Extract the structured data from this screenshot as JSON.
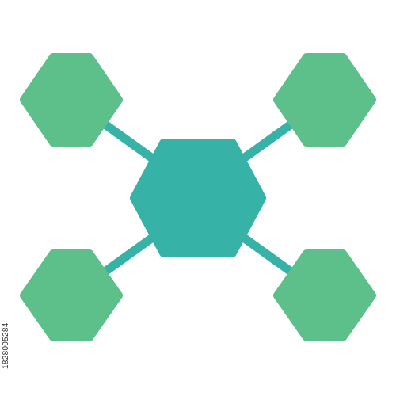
{
  "icon": {
    "name": "network-hub-icon",
    "colors": {
      "center_node": "#37B2A6",
      "outer_nodes": "#5DC08A",
      "connectors": "#37B2A6",
      "background": "#FFFFFF"
    },
    "nodes": [
      {
        "role": "hub"
      },
      {
        "role": "satellite-top-left"
      },
      {
        "role": "satellite-top-right"
      },
      {
        "role": "satellite-bottom-left"
      },
      {
        "role": "satellite-bottom-right"
      }
    ]
  },
  "stock_id": "1828005284"
}
